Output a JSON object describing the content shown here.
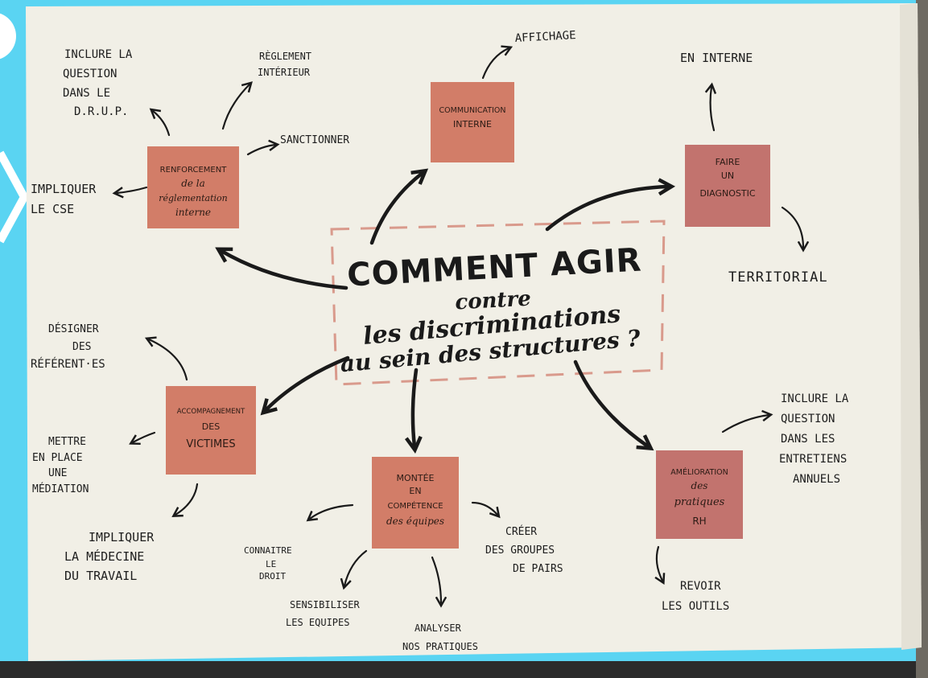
{
  "colors": {
    "frame": "#5ad4f2",
    "paper": "#f1efe6",
    "note_orange": "#d27d68",
    "note_pink": "#c2736e",
    "ink": "#1a1a1a",
    "dash": "#d99a8c"
  },
  "center": {
    "line1": "COMMENT AGIR",
    "line2": "contre",
    "line3": "les discriminations",
    "line4": "au sein des structures ?"
  },
  "notes": {
    "renforcement": [
      "RENFORCEMENT",
      "de la",
      "réglementation",
      "interne"
    ],
    "communication": [
      "COMMUNICATION",
      "INTERNE"
    ],
    "diagnostic": [
      "FAIRE",
      "UN",
      "DIAGNOSTIC"
    ],
    "accompagnement": [
      "ACCOMPAGNEMENT",
      "DES",
      "VICTIMES"
    ],
    "montee": [
      "MONTÉE",
      "EN",
      "COMPÉTENCE",
      "des équipes"
    ],
    "amelioration": [
      "AMÉLIORATION",
      "des",
      "pratiques",
      "RH"
    ]
  },
  "ideas": {
    "inclure_drup": [
      "INCLURE LA",
      "QUESTION",
      "DANS LE",
      "D.R.U.P."
    ],
    "reglement": [
      "RÈGLEMENT",
      "INTÉRIEUR"
    ],
    "sanctionner": [
      "SANCTIONNER"
    ],
    "impliquer_cse": [
      "IMPLIQUER",
      "LE CSE"
    ],
    "affichage": [
      "AFFICHAGE"
    ],
    "en_interne": [
      "EN INTERNE"
    ],
    "territorial": [
      "TERRITORIAL"
    ],
    "designer": [
      "DÉSIGNER",
      "DES",
      "RÉFÉRENT·ES"
    ],
    "mediation": [
      "METTRE",
      "EN PLACE",
      "UNE",
      "MÉDIATION"
    ],
    "medecine": [
      "IMPLIQUER",
      "LA MÉDECINE",
      "DU TRAVAIL"
    ],
    "connaitre": [
      "CONNAITRE",
      "LE",
      "DROIT"
    ],
    "sensibiliser": [
      "SENSIBILISER",
      "LES EQUIPES"
    ],
    "analyser": [
      "ANALYSER",
      "NOS PRATIQUES"
    ],
    "creer": [
      "CRÉER",
      "DES GROUPES",
      "DE PAIRS"
    ],
    "inclure_entretiens": [
      "INCLURE LA",
      "QUESTION",
      "DANS LES",
      "ENTRETIENS",
      "ANNUELS"
    ],
    "revoir": [
      "REVOIR",
      "LES OUTILS"
    ]
  }
}
